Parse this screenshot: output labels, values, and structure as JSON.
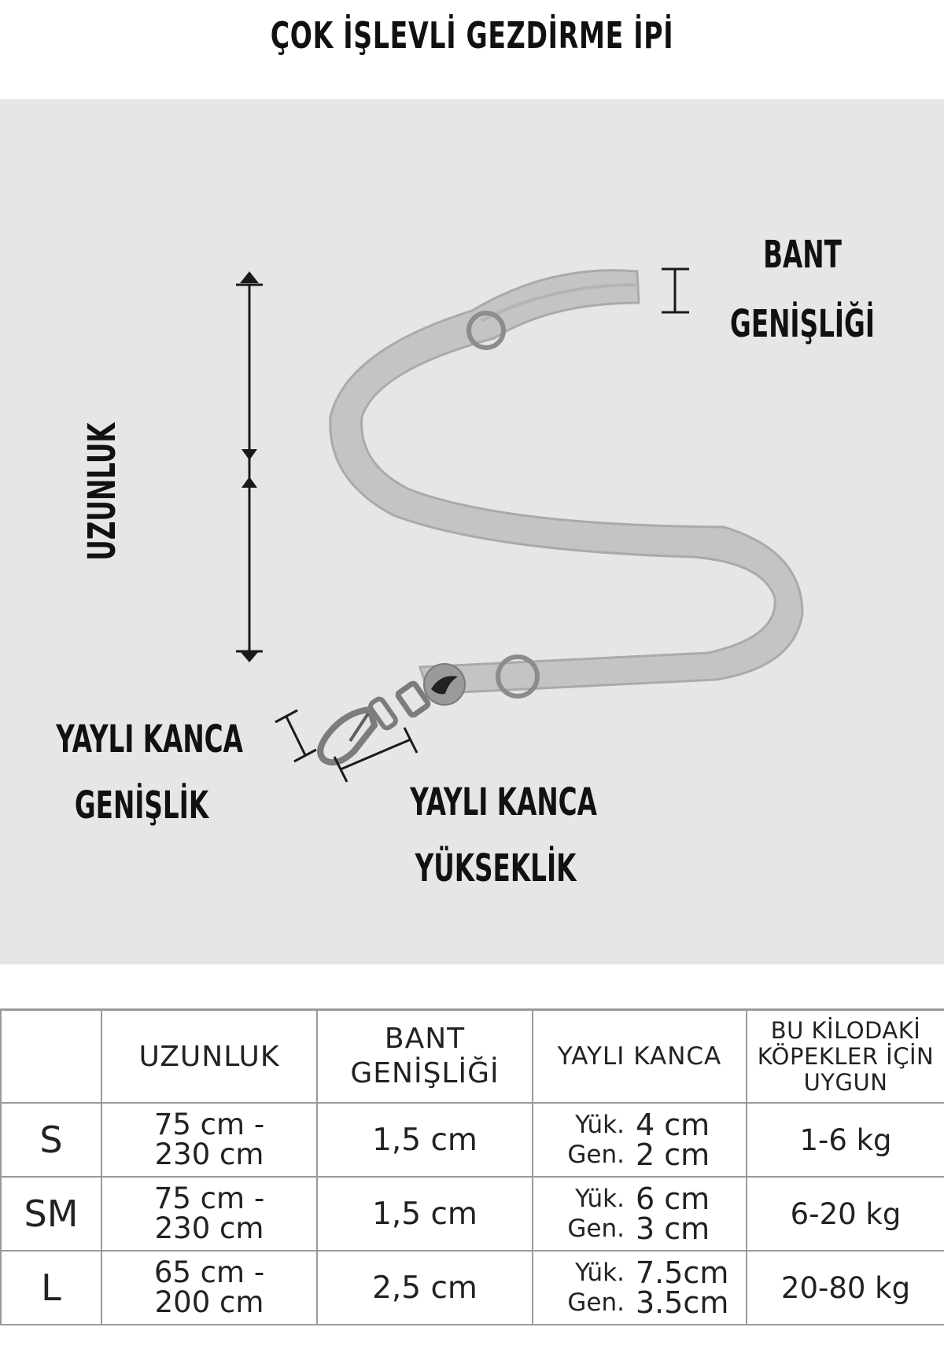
{
  "title": "ÇOK İŞLEVLİ GEZDİRME İPİ",
  "labels": {
    "length": "UZUNLUK",
    "band_width_line1": "BANT",
    "band_width_line2": "GENİŞLİĞİ",
    "hook_width_line1": "YAYLI KANCA",
    "hook_width_line2": "GENİŞLİK",
    "hook_height_line1": "YAYLI KANCA",
    "hook_height_line2": "YÜKSEKLİK"
  },
  "colors": {
    "background": "#e6e6e6",
    "leash": "#c4c4c4",
    "leash_edge": "#aaaaaa",
    "ring": "#8c8c8c",
    "dimension_lines": "#1a1a1a"
  },
  "table": {
    "headers": {
      "length": "UZUNLUK",
      "band_line1": "BANT",
      "band_line2": "GENİŞLİĞİ",
      "hook": "YAYLI KANCA",
      "weight_line1": "BU KİLODAKİ",
      "weight_line2": "KÖPEKLER İÇİN",
      "weight_line3": "UYGUN"
    },
    "rows": [
      {
        "size": "S",
        "length_line1": "75 cm -",
        "length_line2": "230 cm",
        "band": "1,5 cm",
        "hook_height_key": "Yük.",
        "hook_height": "4 cm",
        "hook_width_key": "Gen.",
        "hook_width": "2 cm",
        "weight": "1-6 kg"
      },
      {
        "size": "SM",
        "length_line1": "75 cm -",
        "length_line2": "230 cm",
        "band": "1,5 cm",
        "hook_height_key": "Yük.",
        "hook_height": "6 cm",
        "hook_width_key": "Gen.",
        "hook_width": "3 cm",
        "weight": "6-20 kg"
      },
      {
        "size": "L",
        "length_line1": "65 cm -",
        "length_line2": "200 cm",
        "band": "2,5 cm",
        "hook_height_key": "Yük.",
        "hook_height": "7.5cm",
        "hook_width_key": "Gen.",
        "hook_width": "3.5cm",
        "weight": "20-80 kg"
      }
    ]
  }
}
